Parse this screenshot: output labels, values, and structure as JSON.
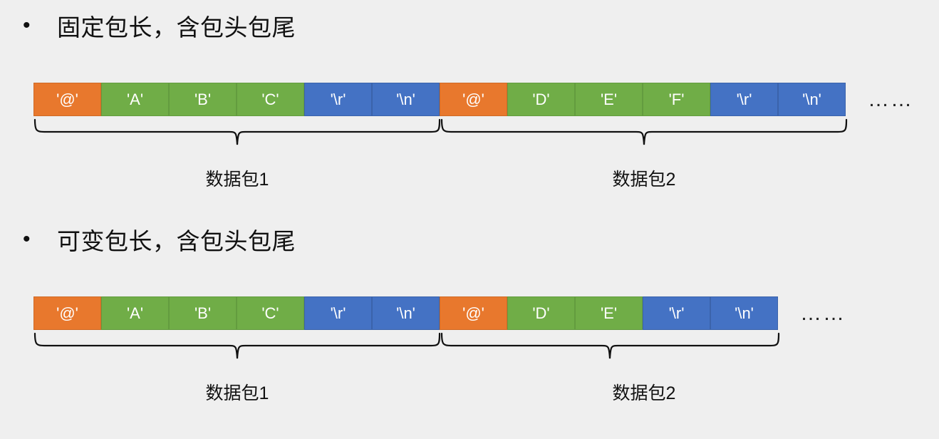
{
  "slide": {
    "background_color": "#efefef",
    "palette": {
      "header_byte": "#e8782d",
      "data_byte": "#70ad47",
      "terminator_byte": "#4472c4",
      "text": "#111111"
    }
  },
  "sections": [
    {
      "id": "fixed-length",
      "bullet_marker": "•",
      "heading": "固定包长，含包头包尾",
      "strip_ellipsis": "……",
      "cells": [
        {
          "label": "'@'",
          "role": "head"
        },
        {
          "label": "'A'",
          "role": "data"
        },
        {
          "label": "'B'",
          "role": "data"
        },
        {
          "label": "'C'",
          "role": "data"
        },
        {
          "label": "'\\r'",
          "role": "tail"
        },
        {
          "label": "'\\n'",
          "role": "tail"
        },
        {
          "label": "'@'",
          "role": "head"
        },
        {
          "label": "'D'",
          "role": "data"
        },
        {
          "label": "'E'",
          "role": "data"
        },
        {
          "label": "'F'",
          "role": "data"
        },
        {
          "label": "'\\r'",
          "role": "tail"
        },
        {
          "label": "'\\n'",
          "role": "tail"
        }
      ],
      "packets": [
        {
          "caption": "数据包1"
        },
        {
          "caption": "数据包2"
        }
      ]
    },
    {
      "id": "variable-length",
      "bullet_marker": "•",
      "heading": "可变包长，含包头包尾",
      "strip_ellipsis": "……",
      "cells": [
        {
          "label": "'@'",
          "role": "head"
        },
        {
          "label": "'A'",
          "role": "data"
        },
        {
          "label": "'B'",
          "role": "data"
        },
        {
          "label": "'C'",
          "role": "data"
        },
        {
          "label": "'\\r'",
          "role": "tail"
        },
        {
          "label": "'\\n'",
          "role": "tail"
        },
        {
          "label": "'@'",
          "role": "head"
        },
        {
          "label": "'D'",
          "role": "data"
        },
        {
          "label": "'E'",
          "role": "data"
        },
        {
          "label": "'\\r'",
          "role": "tail"
        },
        {
          "label": "'\\n'",
          "role": "tail"
        }
      ],
      "packets": [
        {
          "caption": "数据包1"
        },
        {
          "caption": "数据包2"
        }
      ]
    }
  ]
}
